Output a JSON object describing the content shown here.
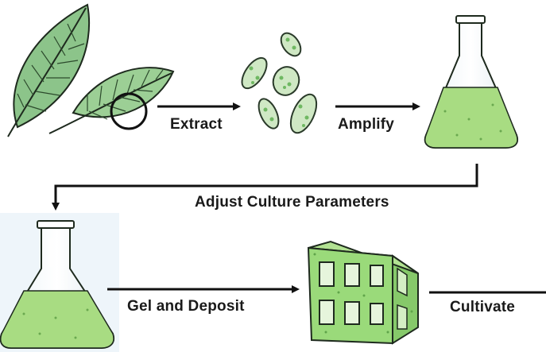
{
  "steps": {
    "extract": "Extract",
    "amplify": "Amplify",
    "adjust": "Adjust Culture Parameters",
    "gel_deposit": "Gel and Deposit",
    "cultivate": "Cultivate"
  },
  "icons": {
    "leaves": "leaf-icon",
    "cells": "algae-cells-icon",
    "flask": "flask-icon",
    "structure": "printed-structure-icon"
  },
  "colors": {
    "leaf": "#8cc48a",
    "culture": "#a8dc82",
    "structure": "#9ada7a",
    "outline": "#1e2a1e",
    "arrow": "#111111"
  }
}
